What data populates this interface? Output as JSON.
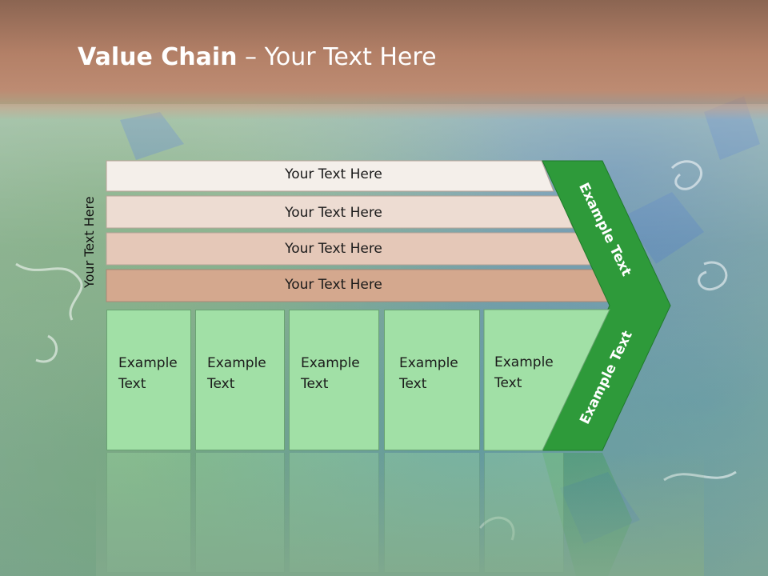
{
  "title": {
    "bold": "Value Chain",
    "rest": " – Your Text Here"
  },
  "side_label": "Your Text Here",
  "bands": [
    "Your Text Here",
    "Your Text Here",
    "Your Text Here",
    "Your Text Here"
  ],
  "boxes": [
    {
      "line1": "Example",
      "line2": "Text"
    },
    {
      "line1": "Example",
      "line2": "Text"
    },
    {
      "line1": "Example",
      "line2": "Text"
    },
    {
      "line1": "Example",
      "line2": "Text"
    },
    {
      "line1": "Example",
      "line2": "Text"
    }
  ],
  "chevron": {
    "top_label": "Example Text",
    "bottom_label": "Example Text"
  },
  "colors": {
    "header": "#b38067",
    "band1": "#f4efea",
    "band2": "#eddcd2",
    "band3": "#e5c8b8",
    "band4": "#d4a88e",
    "box_fill": "#a1e0a6",
    "chevron_fill": "#2e9a3a"
  }
}
